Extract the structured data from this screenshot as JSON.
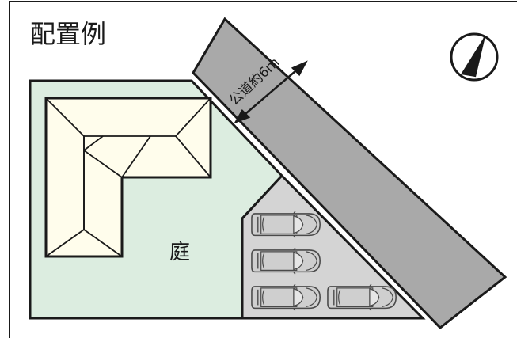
{
  "title": "配置例",
  "road_label": "公道約6ｍ",
  "garden_label": "庭",
  "compass": {
    "icon": "north-arrow-icon"
  },
  "colors": {
    "lot_fill": "#dcede0",
    "road_fill": "#a9a9a9",
    "parking_fill": "#d4d4d4",
    "house_fill": "#fffdec",
    "car_fill": "#cfcfcf",
    "outline": "#1a1a1a"
  },
  "cars": [
    {
      "name": "car-1"
    },
    {
      "name": "car-2"
    },
    {
      "name": "car-3"
    },
    {
      "name": "car-4"
    }
  ]
}
